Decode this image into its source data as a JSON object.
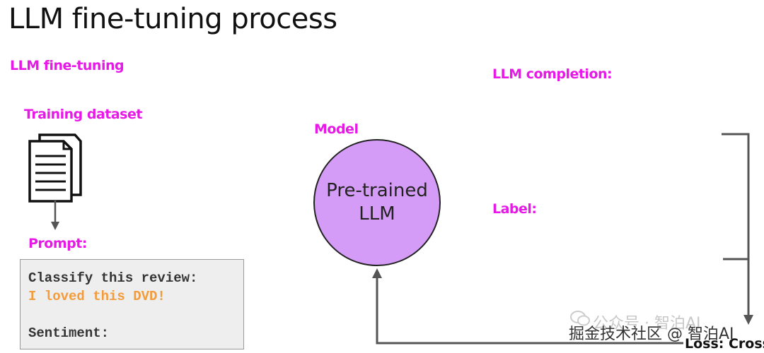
{
  "title": "LLM fine-tuning process",
  "labels": {
    "section": "LLM fine-tuning",
    "training_dataset": "Training dataset",
    "prompt": "Prompt:",
    "model": "Model",
    "completion": "LLM completion:",
    "label": "Label:",
    "loss": "Loss: Cross"
  },
  "prompt_box": {
    "line1": "Classify this review:",
    "line2": "I loved this DVD!",
    "line3": "Sentiment:"
  },
  "model_node": {
    "line1": "Pre-trained",
    "line2": "LLM"
  },
  "watermark": {
    "line1": "公众号 · 智泊AI",
    "line2": "掘金技术社区 @ 智泊AI"
  },
  "icons": [
    "document-stack-icon",
    "wechat-icon"
  ],
  "colors": {
    "accent_magenta": "#e619e6",
    "model_fill": "#d59cf7",
    "prompt_highlight": "#f39c3c",
    "connector": "#555555"
  }
}
